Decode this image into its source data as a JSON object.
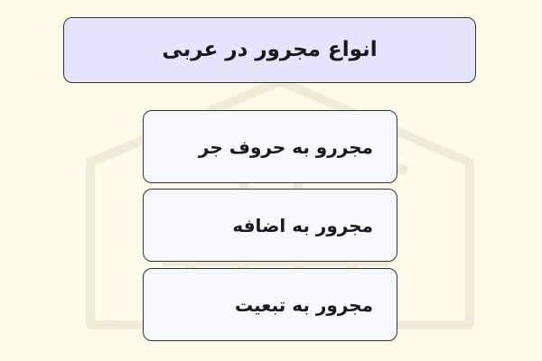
{
  "title": "انواع مجرور در عربی",
  "items": [
    {
      "label": "مجررو به حروف جر"
    },
    {
      "label": "مجرور به اضافه"
    },
    {
      "label": "مجرور به تبعیت"
    }
  ],
  "colors": {
    "background": "#fefbe9",
    "title_box": "#e6e4fd",
    "item_box": "#f7f7ff",
    "border": "#333333",
    "text": "#1a1a1a"
  },
  "watermark": {
    "icon": "building-logo-icon"
  }
}
